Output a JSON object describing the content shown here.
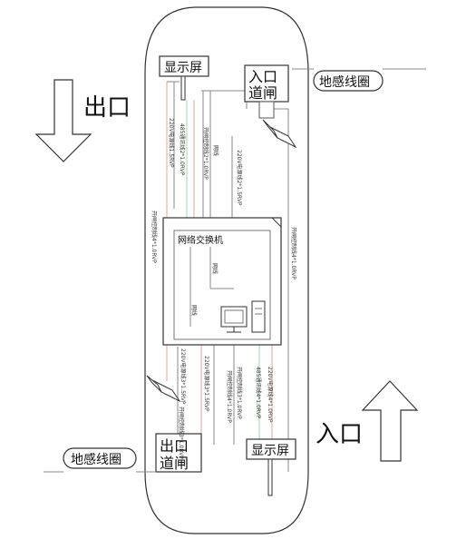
{
  "labels": {
    "exit": "出口",
    "entrance": "入口",
    "exit_gate": "出口\n道闸",
    "entry_gate": "入口\n道闸",
    "display_top": "显示屏",
    "display_bottom": "显示屏",
    "loop_top": "地感线圈",
    "loop_bottom": "地感线圈",
    "switch": "网络交换机"
  },
  "cable_texts": {
    "c1": "开闸控制线4*1.0RVP",
    "c2": "220V电源线1.5RVP",
    "c3": "485通讯线2*1.0RVP",
    "c4": "开闸控制线2*1.0RVP",
    "c5": "网线",
    "c6": "220V电源线2*1.5RVP",
    "c7": "开闸控制线4*1.0RVP",
    "c8": "网线",
    "c9": "网线",
    "c10": "220V电源线3*1.5RVP",
    "c11": "开闸控制线3*1.0RVP",
    "c12": "220V电源线3*1.5RVP",
    "c13": "开闸控制线4*1.0RVP",
    "c14": "485通讯线4*1.0RVP",
    "c15": "220V电源线4*1.0RVP",
    "c16": "开闸控制线3*1.0RVP"
  },
  "colors": {
    "outline": "#333333",
    "wire_red": "#e8a0a0",
    "wire_green": "#9fd8b0",
    "wire_gray": "#888888",
    "arrow_fill": "#ffffff"
  }
}
